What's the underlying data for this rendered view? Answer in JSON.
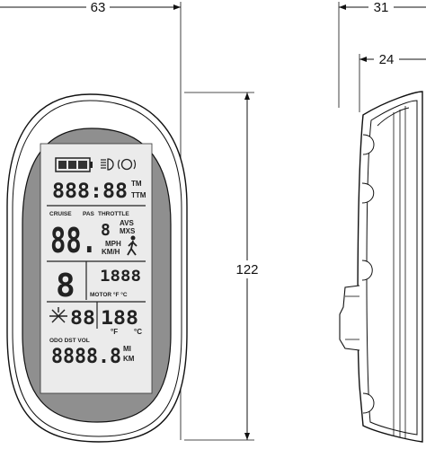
{
  "dimensions": {
    "width_front": "63",
    "height_front": "122",
    "depth_total": "31",
    "depth_body": "24"
  },
  "lcd": {
    "time_digits": "888:88",
    "tm_label": "TM",
    "ttm_label": "TTM",
    "mode_labels": {
      "cruise": "CRUISE",
      "pas": "PAS",
      "throttle": "THROTTLE"
    },
    "speed_digits": "88.",
    "speed_small_digit": "8",
    "avs_label": "AVS",
    "mxs_label": "MXS",
    "mph_label": "MPH",
    "kmh_label": "KM/H",
    "assist_digit": "8",
    "motor_digits": "1888",
    "motor_label": "MOTOR °F °C",
    "power_digits": "88",
    "temp_digits": "188",
    "f_unit": "°F",
    "c_unit": "°C",
    "odo_labels": "ODO DST VOL",
    "odo_digits": "8888.8",
    "mi_label": "MI",
    "km_label": "KM"
  },
  "icons": [
    "battery-icon",
    "headlight-icon",
    "walk-assist-icon",
    "power-sun-icon"
  ]
}
